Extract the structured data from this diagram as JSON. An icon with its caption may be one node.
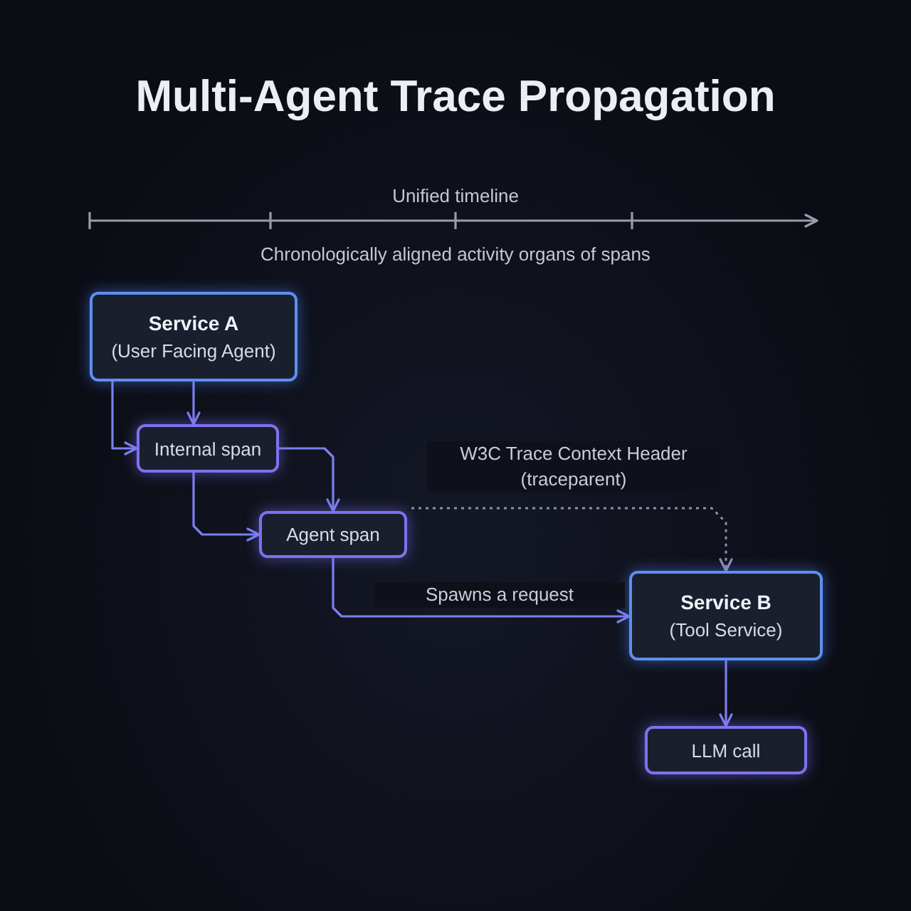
{
  "diagram": {
    "title": "Multi-Agent Trace Propagation",
    "nodes": [
      {
        "text": [
          "Service A",
          "(User Facing Agent)"
        ]
      },
      {
        "text": [
          "Internal span"
        ]
      },
      {
        "text": [
          "Agent span"
        ]
      },
      {
        "text": [
          "Service B",
          "(Tool Service)"
        ]
      },
      {
        "text": [
          "LLM call"
        ]
      }
    ],
    "edges": [
      {
        "from": 0,
        "to": 1,
        "arrow": "to"
      },
      {
        "from": 0,
        "to": 1,
        "arrow": "to"
      },
      {
        "from": 1,
        "to": 2,
        "arrow": "to"
      },
      {
        "from": 1,
        "to": 2,
        "arrow": "to"
      },
      {
        "from": 2,
        "to": 3,
        "arrow": "to",
        "label": "W3C Trace Context Header (traceparent)",
        "style": "dashed",
        "color": "#8e8fb0"
      },
      {
        "from": 2,
        "to": 3,
        "arrow": "to",
        "label": "Spawns a request"
      },
      {
        "from": 3,
        "to": 4,
        "arrow": "to"
      }
    ],
    "labels": [
      "Unified timeline",
      "Chronologically aligned activity organs of spans"
    ]
  }
}
